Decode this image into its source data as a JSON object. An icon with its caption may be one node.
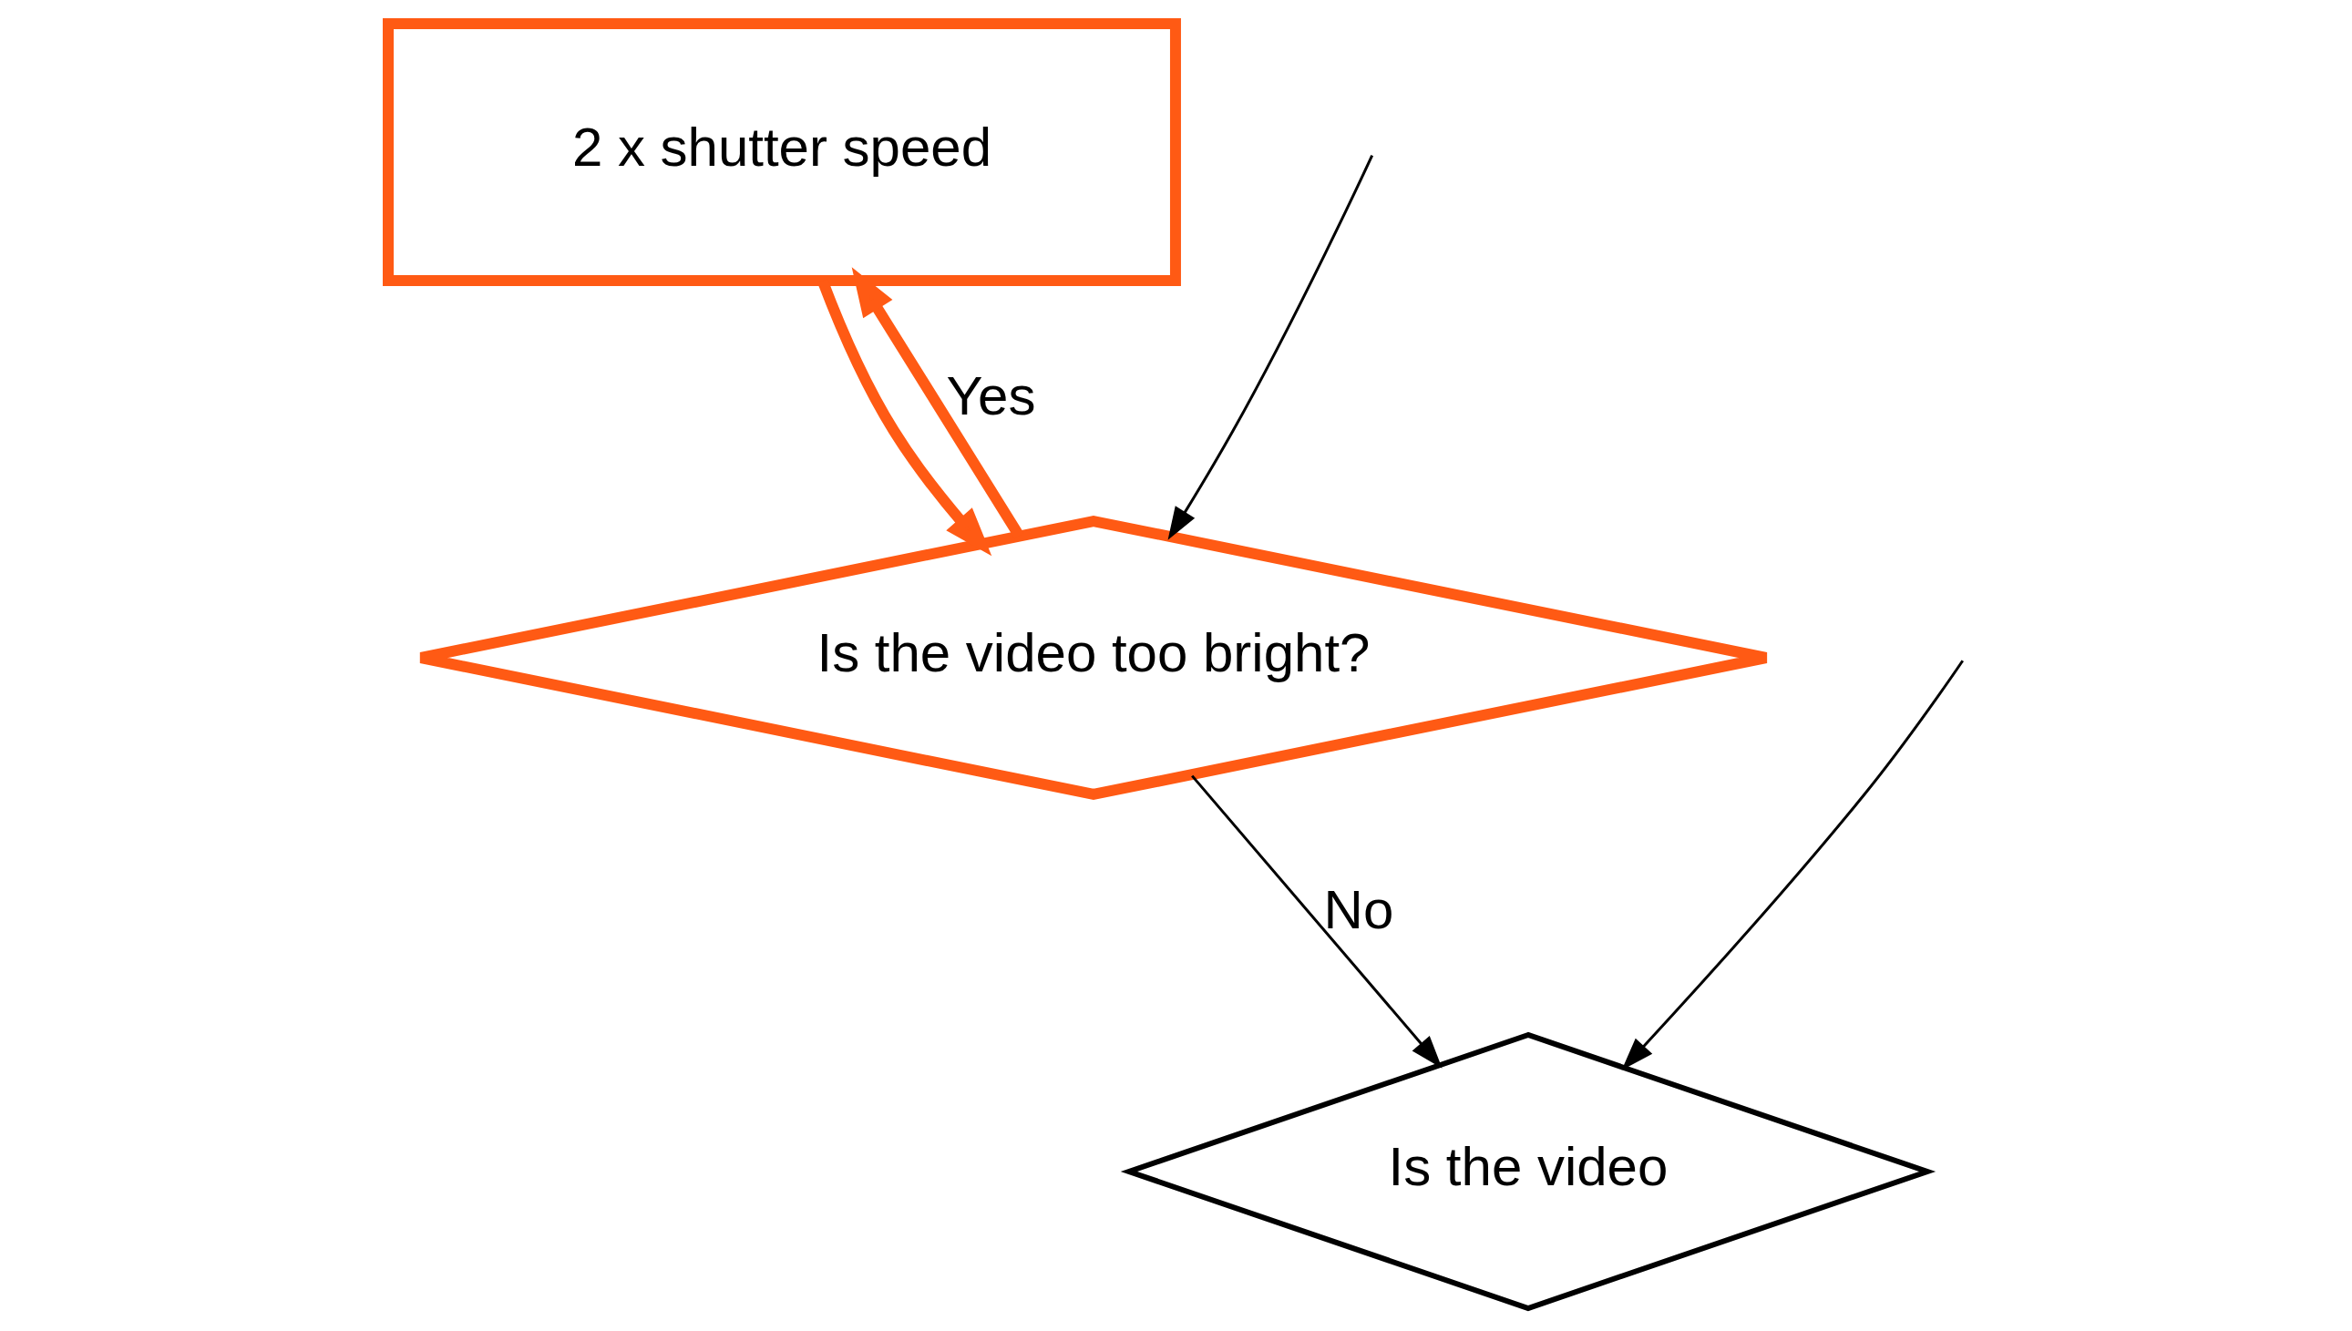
{
  "diagram": {
    "nodes": [
      {
        "text": [
          "2 x shutter speed"
        ]
      },
      {
        "text": [
          "Is the video too bright?"
        ]
      },
      {
        "text": [
          "Is the video"
        ]
      }
    ],
    "edges": [
      {
        "from": null,
        "to": 1,
        "arrow": "to"
      },
      {
        "from": 0,
        "to": 1,
        "arrow": "to",
        "style": "thick",
        "color": "#ff5a14"
      },
      {
        "from": 1,
        "to": 0,
        "arrow": "to",
        "label": "Yes",
        "style": "thick",
        "color": "#ff5a14"
      },
      {
        "from": 1,
        "to": 2,
        "arrow": "to",
        "label": "No"
      },
      {
        "from": null,
        "to": 2,
        "arrow": "to"
      }
    ]
  }
}
